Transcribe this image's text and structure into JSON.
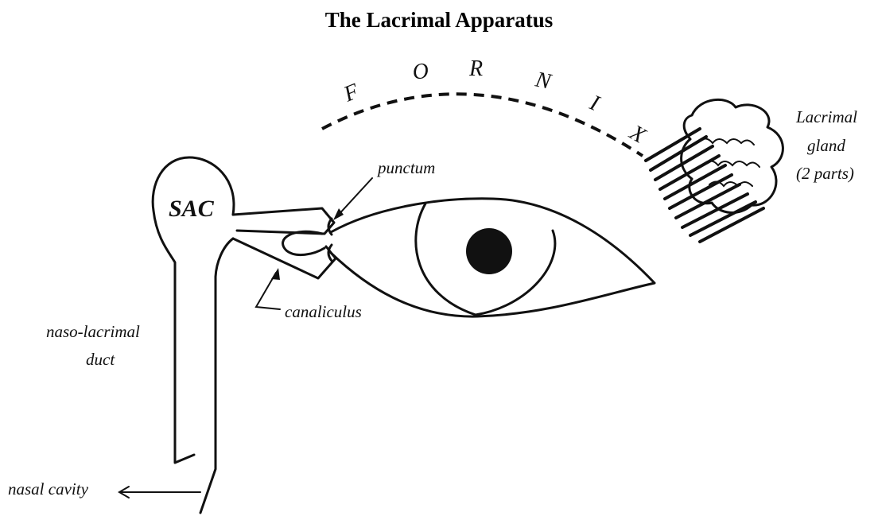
{
  "title": "The Lacrimal Apparatus",
  "labels": {
    "fornix_letters": [
      "F",
      "O",
      "R",
      "N",
      "I",
      "X"
    ],
    "lacrimal_gland_line1": "Lacrimal",
    "lacrimal_gland_line2": "gland",
    "lacrimal_gland_line3": "(2 parts)",
    "punctum": "punctum",
    "sac": "SAC",
    "canaliculus": "canaliculus",
    "naso_lacrimal_line1": "naso-lacrimal",
    "naso_lacrimal_line2": "duct",
    "nasal_cavity": "nasal cavity"
  }
}
